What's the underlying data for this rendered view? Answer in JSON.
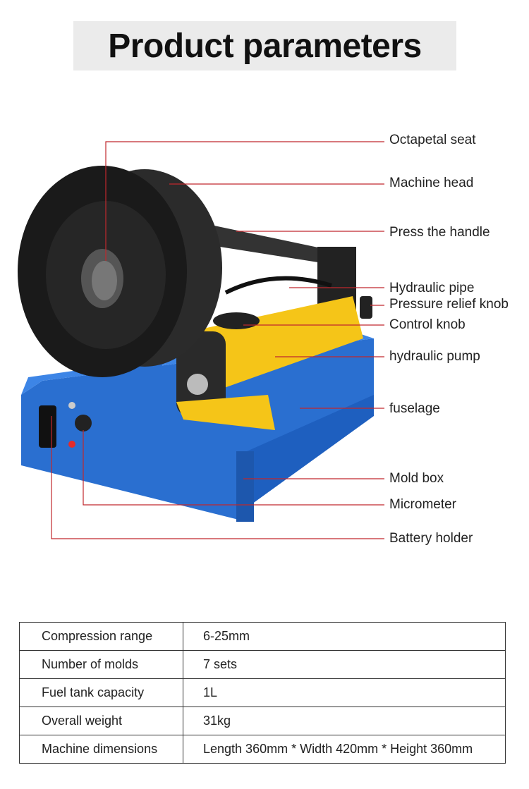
{
  "title": "Product parameters",
  "callouts": [
    "Octapetal seat",
    "Machine head",
    "Press the handle",
    "Hydraulic pipe",
    "Pressure relief knob",
    "Control knob",
    "hydraulic pump",
    "fuselage",
    "Mold box",
    "Micrometer",
    "Battery holder"
  ],
  "specs": [
    {
      "name": "Compression range",
      "value": "6-25mm"
    },
    {
      "name": "Number of molds",
      "value": "7 sets"
    },
    {
      "name": "Fuel tank capacity",
      "value": "1L"
    },
    {
      "name": "Overall weight",
      "value": "31kg"
    },
    {
      "name": "Machine dimensions",
      "value": "Length 360mm * Width 420mm * Height 360mm"
    }
  ],
  "colors": {
    "leader": "#c0282d",
    "frame": "#2a6fd0",
    "pump": "#f5c518",
    "head": "#1e1e1e"
  }
}
